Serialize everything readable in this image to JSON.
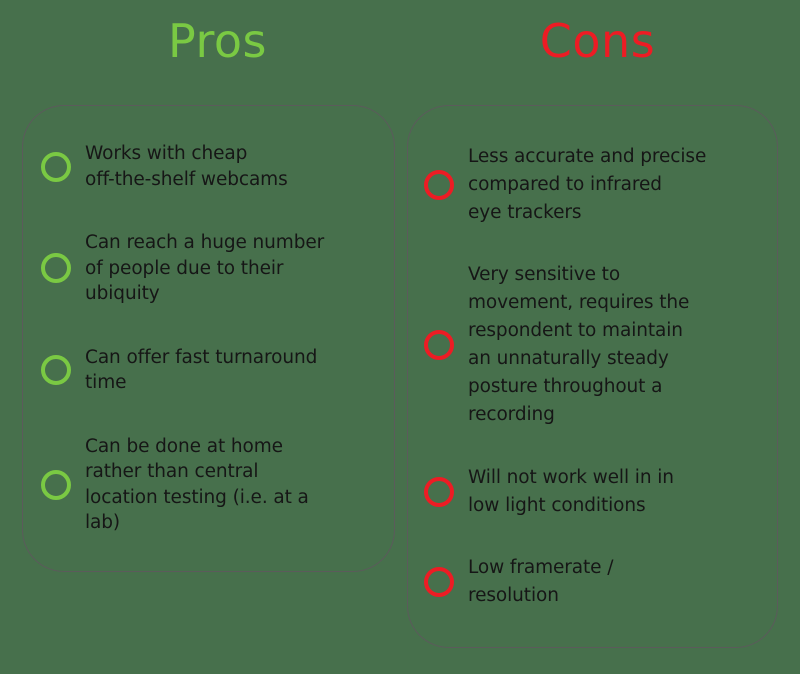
{
  "colors": {
    "background": "#47704c",
    "pros_accent": "#7ac943",
    "cons_accent": "#ed1c24",
    "card_border": "#5b5b5b",
    "body_text": "#161616"
  },
  "columns": [
    {
      "id": "pros",
      "heading": "Pros",
      "marker_icon": "circle-outline-icon",
      "items": [
        {
          "text": "Works with cheap\noff-the-shelf webcams"
        },
        {
          "text": "Can reach a huge number\nof people due to their\nubiquity"
        },
        {
          "text": "Can offer fast turnaround\ntime"
        },
        {
          "text": "Can be done at home\nrather than central\nlocation testing (i.e. at a\nlab)"
        }
      ]
    },
    {
      "id": "cons",
      "heading": "Cons",
      "marker_icon": "circle-outline-icon",
      "items": [
        {
          "text": "Less accurate and precise\ncompared to infrared\neye trackers"
        },
        {
          "text": "Very sensitive to\nmovement, requires the\nrespondent to maintain\nan unnaturally steady\nposture throughout a\nrecording"
        },
        {
          "text": "Will not work well in in\nlow light conditions"
        },
        {
          "text": "Low framerate /\nresolution"
        }
      ]
    }
  ]
}
